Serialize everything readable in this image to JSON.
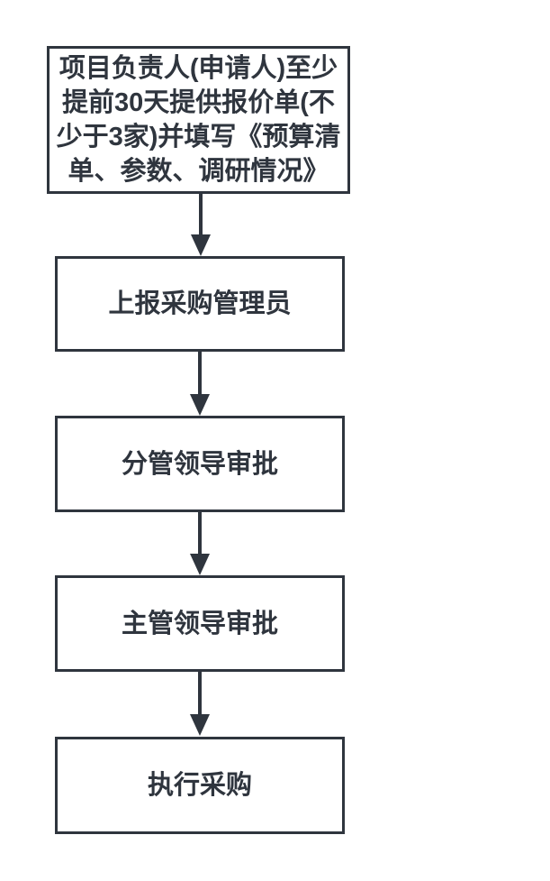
{
  "diagram": {
    "type": "flowchart",
    "direction": "top-down",
    "background_color": "#ffffff",
    "stroke_color": "#2f353e",
    "node_fill_color": "#ffffff",
    "nodes": [
      {
        "id": "step-1",
        "label": "项目负责人(申请人)至少提前30天提供报价单(不少于3家)并填写《预算清单、参数、调研情况》",
        "lines": [
          "项目负责人(申请人)至少",
          "提前30天提供报价单(不",
          "少于3家)并填写《预算清",
          "单、参数、调研情况》"
        ]
      },
      {
        "id": "step-2",
        "label": "上报采购管理员"
      },
      {
        "id": "step-3",
        "label": "分管领导审批"
      },
      {
        "id": "step-4",
        "label": "主管领导审批"
      },
      {
        "id": "step-5",
        "label": "执行采购"
      }
    ],
    "edges": [
      {
        "from": "step-1",
        "to": "step-2"
      },
      {
        "from": "step-2",
        "to": "step-3"
      },
      {
        "from": "step-3",
        "to": "step-4"
      },
      {
        "from": "step-4",
        "to": "step-5"
      }
    ]
  }
}
